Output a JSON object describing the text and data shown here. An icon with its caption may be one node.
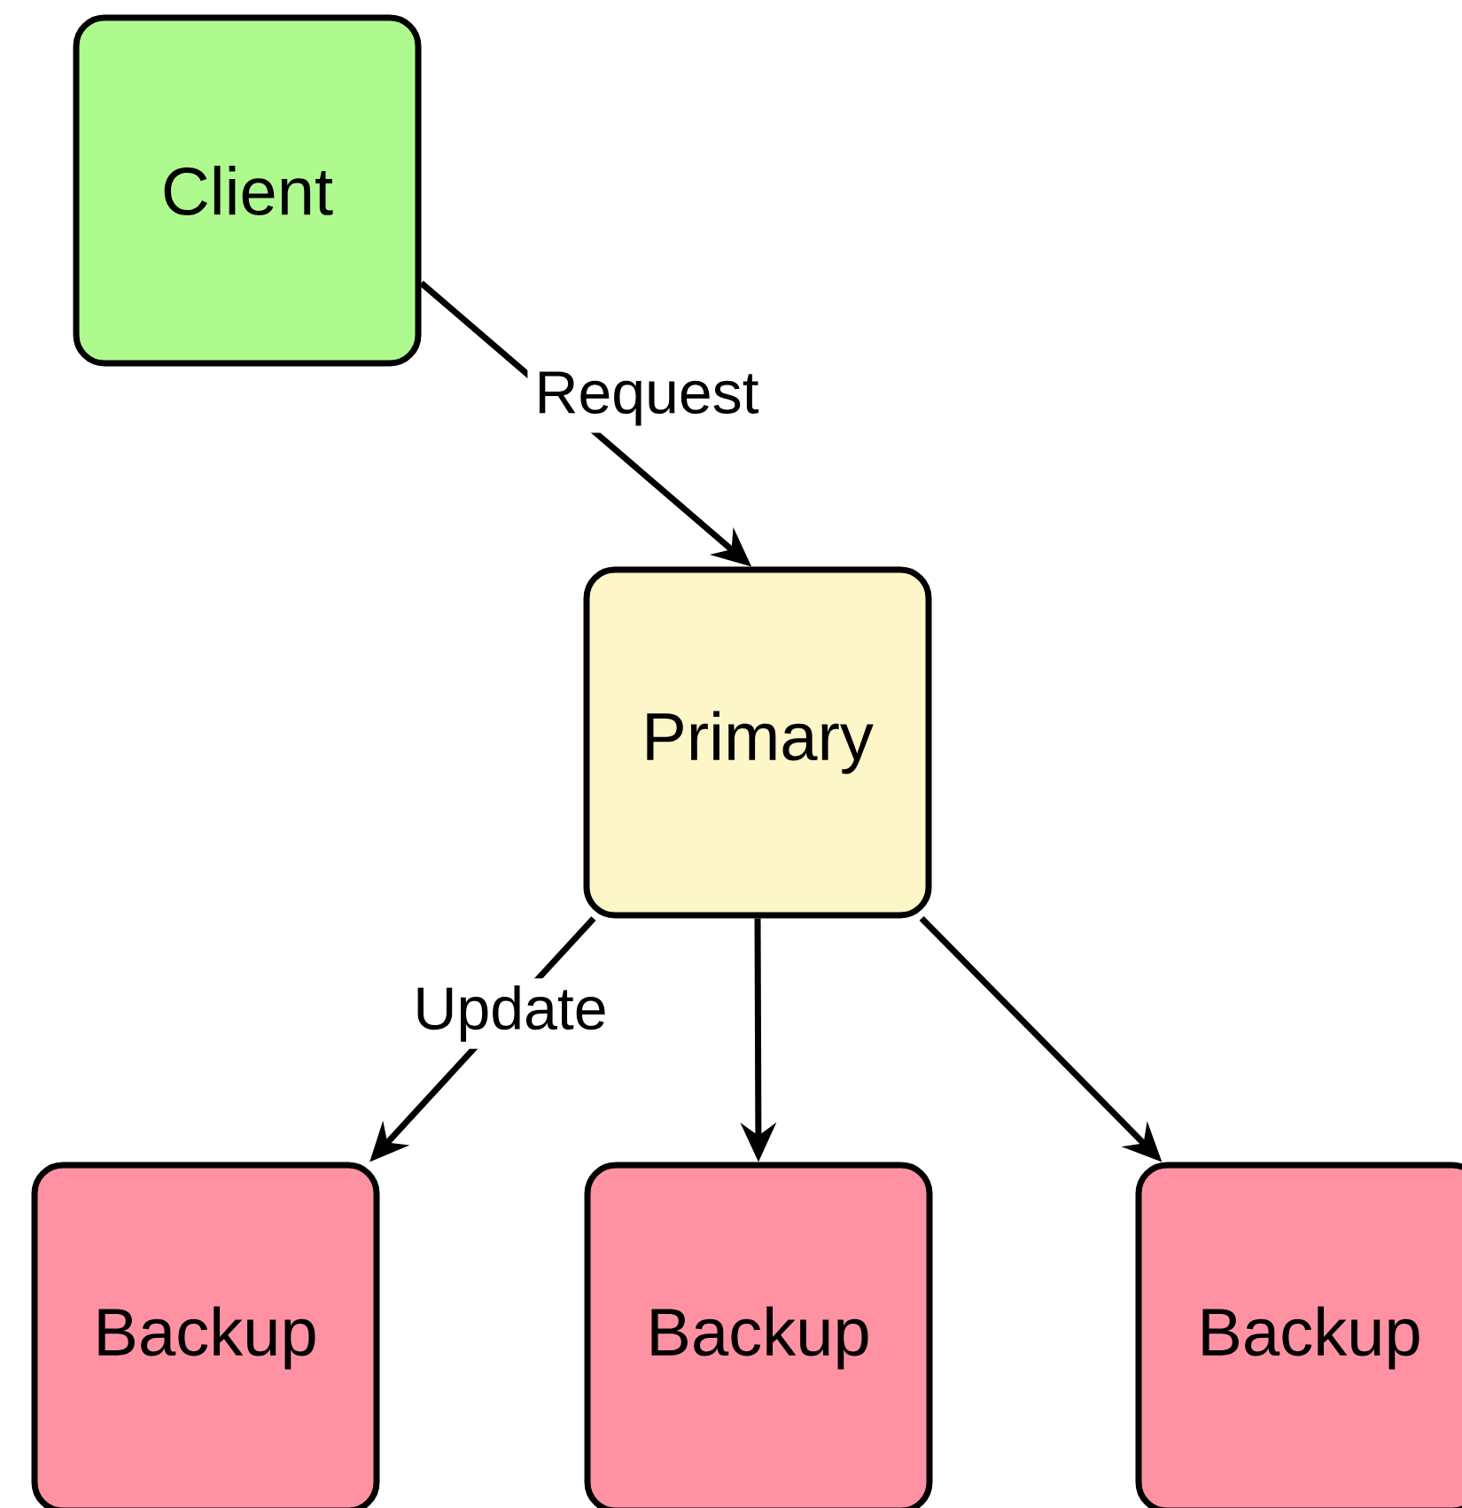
{
  "diagram": {
    "nodes": [
      {
        "text": [
          "Client"
        ]
      },
      {
        "text": [
          "Primary"
        ]
      },
      {
        "text": [
          "Backup"
        ]
      },
      {
        "text": [
          "Backup"
        ]
      },
      {
        "text": [
          "Backup"
        ]
      }
    ],
    "edges": [
      {
        "from": 0,
        "to": 1,
        "arrow": "to",
        "label": "Request"
      },
      {
        "from": 1,
        "to": 2,
        "arrow": "to",
        "label": "Update"
      },
      {
        "from": 1,
        "to": 3,
        "arrow": "to"
      },
      {
        "from": 1,
        "to": 4,
        "arrow": "to"
      }
    ]
  }
}
